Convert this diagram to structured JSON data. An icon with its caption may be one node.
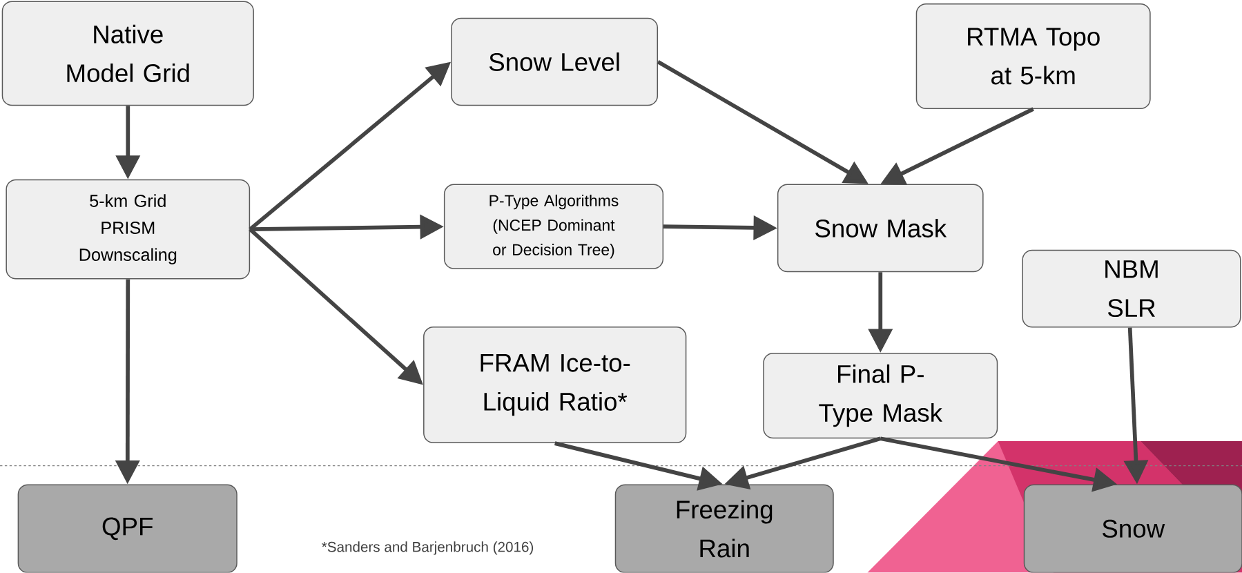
{
  "diagram": {
    "nodes": [
      {
        "text": [
          "Native Model Grid"
        ]
      },
      {
        "text": [
          "5-km Grid PRISM Downscaling"
        ]
      },
      {
        "text": [
          "Snow Level"
        ]
      },
      {
        "text": [
          "P-Type Algorithms (NCEP Dominant or Decision Tree)"
        ]
      },
      {
        "text": [
          "RTMA Topo at 5-km"
        ]
      },
      {
        "text": [
          "Snow Mask"
        ]
      },
      {
        "text": [
          "NBM SLR"
        ]
      },
      {
        "text": [
          "FRAM Ice-to-Liquid Ratio*"
        ]
      },
      {
        "text": [
          "Final P-Type Mask"
        ]
      },
      {
        "text": [
          "QPF"
        ]
      },
      {
        "text": [
          "Freezing Rain"
        ]
      },
      {
        "text": [
          "Snow"
        ]
      }
    ],
    "edges": [
      {
        "from": 0,
        "to": 1,
        "arrow": "to"
      },
      {
        "from": 1,
        "to": 2,
        "arrow": "to"
      },
      {
        "from": 1,
        "to": 3,
        "arrow": "to"
      },
      {
        "from": 1,
        "to": 7,
        "arrow": "to"
      },
      {
        "from": 1,
        "to": 9,
        "arrow": "to"
      },
      {
        "from": 2,
        "to": 5,
        "arrow": "to"
      },
      {
        "from": 4,
        "to": 5,
        "arrow": "to"
      },
      {
        "from": 3,
        "to": 5,
        "arrow": "to"
      },
      {
        "from": 5,
        "to": 8,
        "arrow": "to"
      },
      {
        "from": 7,
        "to": 10,
        "arrow": "to"
      },
      {
        "from": 8,
        "to": 10,
        "arrow": "to"
      },
      {
        "from": 8,
        "to": 11,
        "arrow": "to"
      },
      {
        "from": 6,
        "to": 11,
        "arrow": "to"
      }
    ],
    "labels": [
      "*Sanders and Barjenbruch (2016)"
    ]
  }
}
